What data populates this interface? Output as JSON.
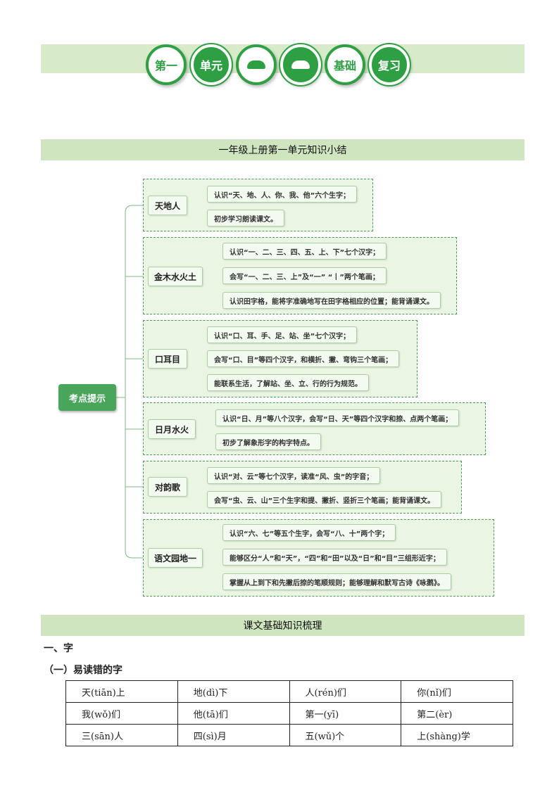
{
  "banner": {
    "circles": [
      {
        "text": "第一",
        "style": "outline"
      },
      {
        "text": "单元",
        "style": "filled"
      },
      {
        "icon": "cloud-icon",
        "style": "outline"
      },
      {
        "icon": "cloud-icon",
        "style": "filled"
      },
      {
        "text": "基础",
        "style": "outline"
      },
      {
        "text": "复习",
        "style": "filled"
      }
    ]
  },
  "summary": {
    "title": "一年级上册第一单元知识小结",
    "root": "考点提示",
    "branches": [
      {
        "name": "天地人",
        "items": [
          "认识“天、地、人、你、我、他”六个生字；",
          "初步学习朗读课文。"
        ]
      },
      {
        "name": "金木水火土",
        "items": [
          "认识“一、二、三、四、五、上、下”七个汉字；",
          "会写“一、二、三、上”及“一” “丨”两个笔画；",
          "认识田字格，能将字准确地写在田字格相应的位置；能背诵课文。"
        ]
      },
      {
        "name": "口耳目",
        "items": [
          "认识“口、耳、手、足、站、坐”七个汉字；",
          "会写“口、目”等四个汉字，和横折、撇、弯钩三个笔画；",
          "能联系生活，了解站、坐、立、行的行为规范。"
        ]
      },
      {
        "name": "日月水火",
        "items": [
          "认识“日、月”等八个汉字，会写“日、天”等四个汉字和捺、点两个笔画；",
          "初步了解象形字的构字特点。"
        ]
      },
      {
        "name": "对韵歌",
        "items": [
          "认识“对、云”等七个汉字，读准“风、虫”的字音；",
          "会写“虫、云、山”三个生字和提、撇折、竖折三个笔画；能背诵课文。"
        ]
      },
      {
        "name": "语文园地一",
        "items": [
          "认识“六、七”等五个生字，会写“八、十”两个字；",
          "能够区分“人”和“天”，“四”和“田”以及“日”和“目”三组形近字；",
          "掌握从上到下和先撇后捺的笔顺规则；能够理解和默写古诗《咏鹅》。"
        ]
      }
    ]
  },
  "review": {
    "title": "课文基础知识梳理",
    "heading1": "一、字",
    "heading2": "（一）易读错的字",
    "table": [
      [
        "天(tiān)上",
        "地(dì)下",
        "人(rén)们",
        "你(nǐ)们"
      ],
      [
        "我(wǒ)们",
        "他(tā)们",
        "第一(yī)",
        "第二(èr)"
      ],
      [
        "三(sān)人",
        "四(sì)月",
        "五(wǔ)个",
        "上(shàng)学"
      ]
    ]
  },
  "colors": {
    "accent": "#2ea043",
    "band": "#d7eac9",
    "node_fill": "#f3faef",
    "root_fill": "#48a55a"
  }
}
